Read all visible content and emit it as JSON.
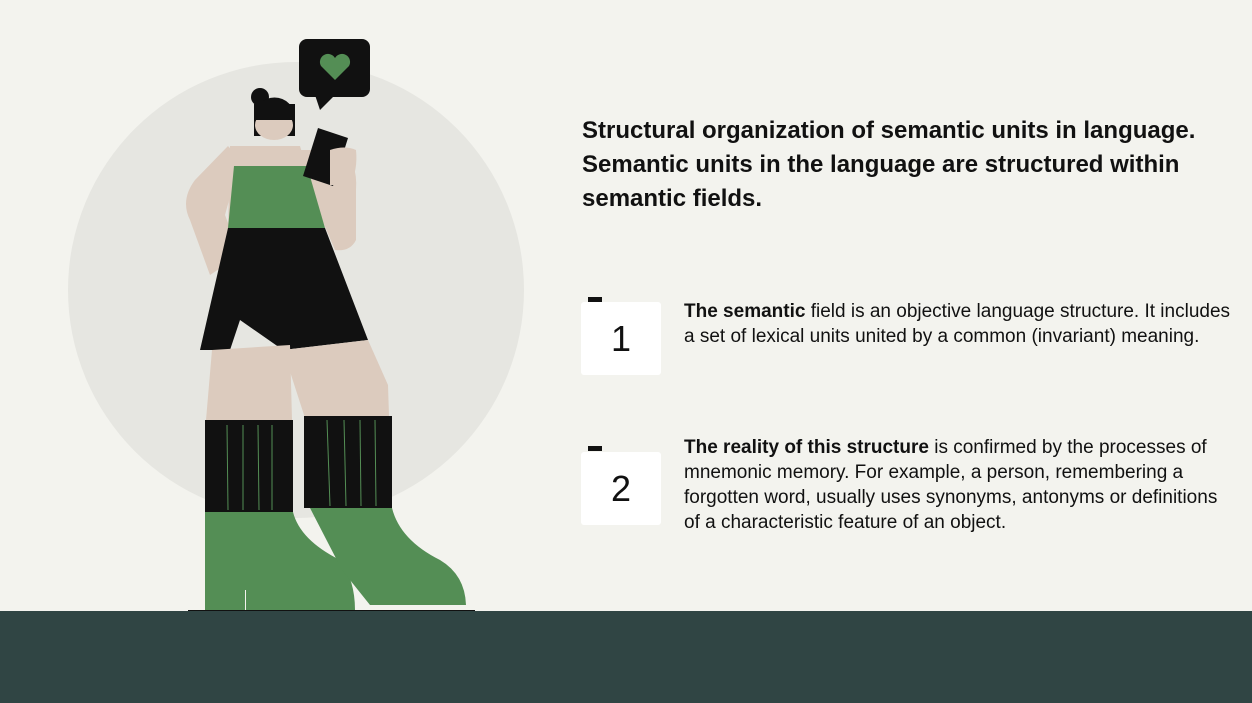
{
  "title": "Structural organization of semantic units in language. Semantic units in the language are structured within semantic fields.",
  "items": [
    {
      "number": "1",
      "bold": "The semantic",
      "text": " field is an objective language structure. It includes a set of lexical units united by a common (invariant) meaning."
    },
    {
      "number": "2",
      "bold": "The reality of this structure",
      "text": " is confirmed by the processes of mnemonic memory. For example, a person, remembering a forgotten word, usually uses synonyms, antonyms or definitions of a characteristic feature of an object."
    }
  ],
  "colors": {
    "background": "#f3f3ee",
    "accent": "#548e55",
    "footer": "#304544"
  }
}
